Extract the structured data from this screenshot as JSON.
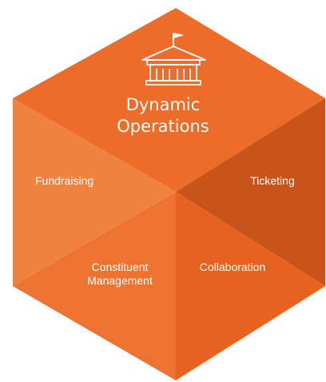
{
  "center": {
    "icon": "bank-building-icon",
    "title": "Dynamic\nOperations"
  },
  "segments": [
    {
      "id": "fundraising",
      "label": "Fundraising",
      "color": "#F08240"
    },
    {
      "id": "ticketing",
      "label": "Ticketing",
      "color": "#C8531B"
    },
    {
      "id": "constituent-management",
      "label": "Constituent\nManagement",
      "color": "#EE7330"
    },
    {
      "id": "collaboration",
      "label": "Collaboration",
      "color": "#E8621F"
    }
  ],
  "colors": {
    "hex_main": "#EC6A28",
    "top_face": "#EE6C29",
    "icon_stroke": "#FFFFFF"
  }
}
